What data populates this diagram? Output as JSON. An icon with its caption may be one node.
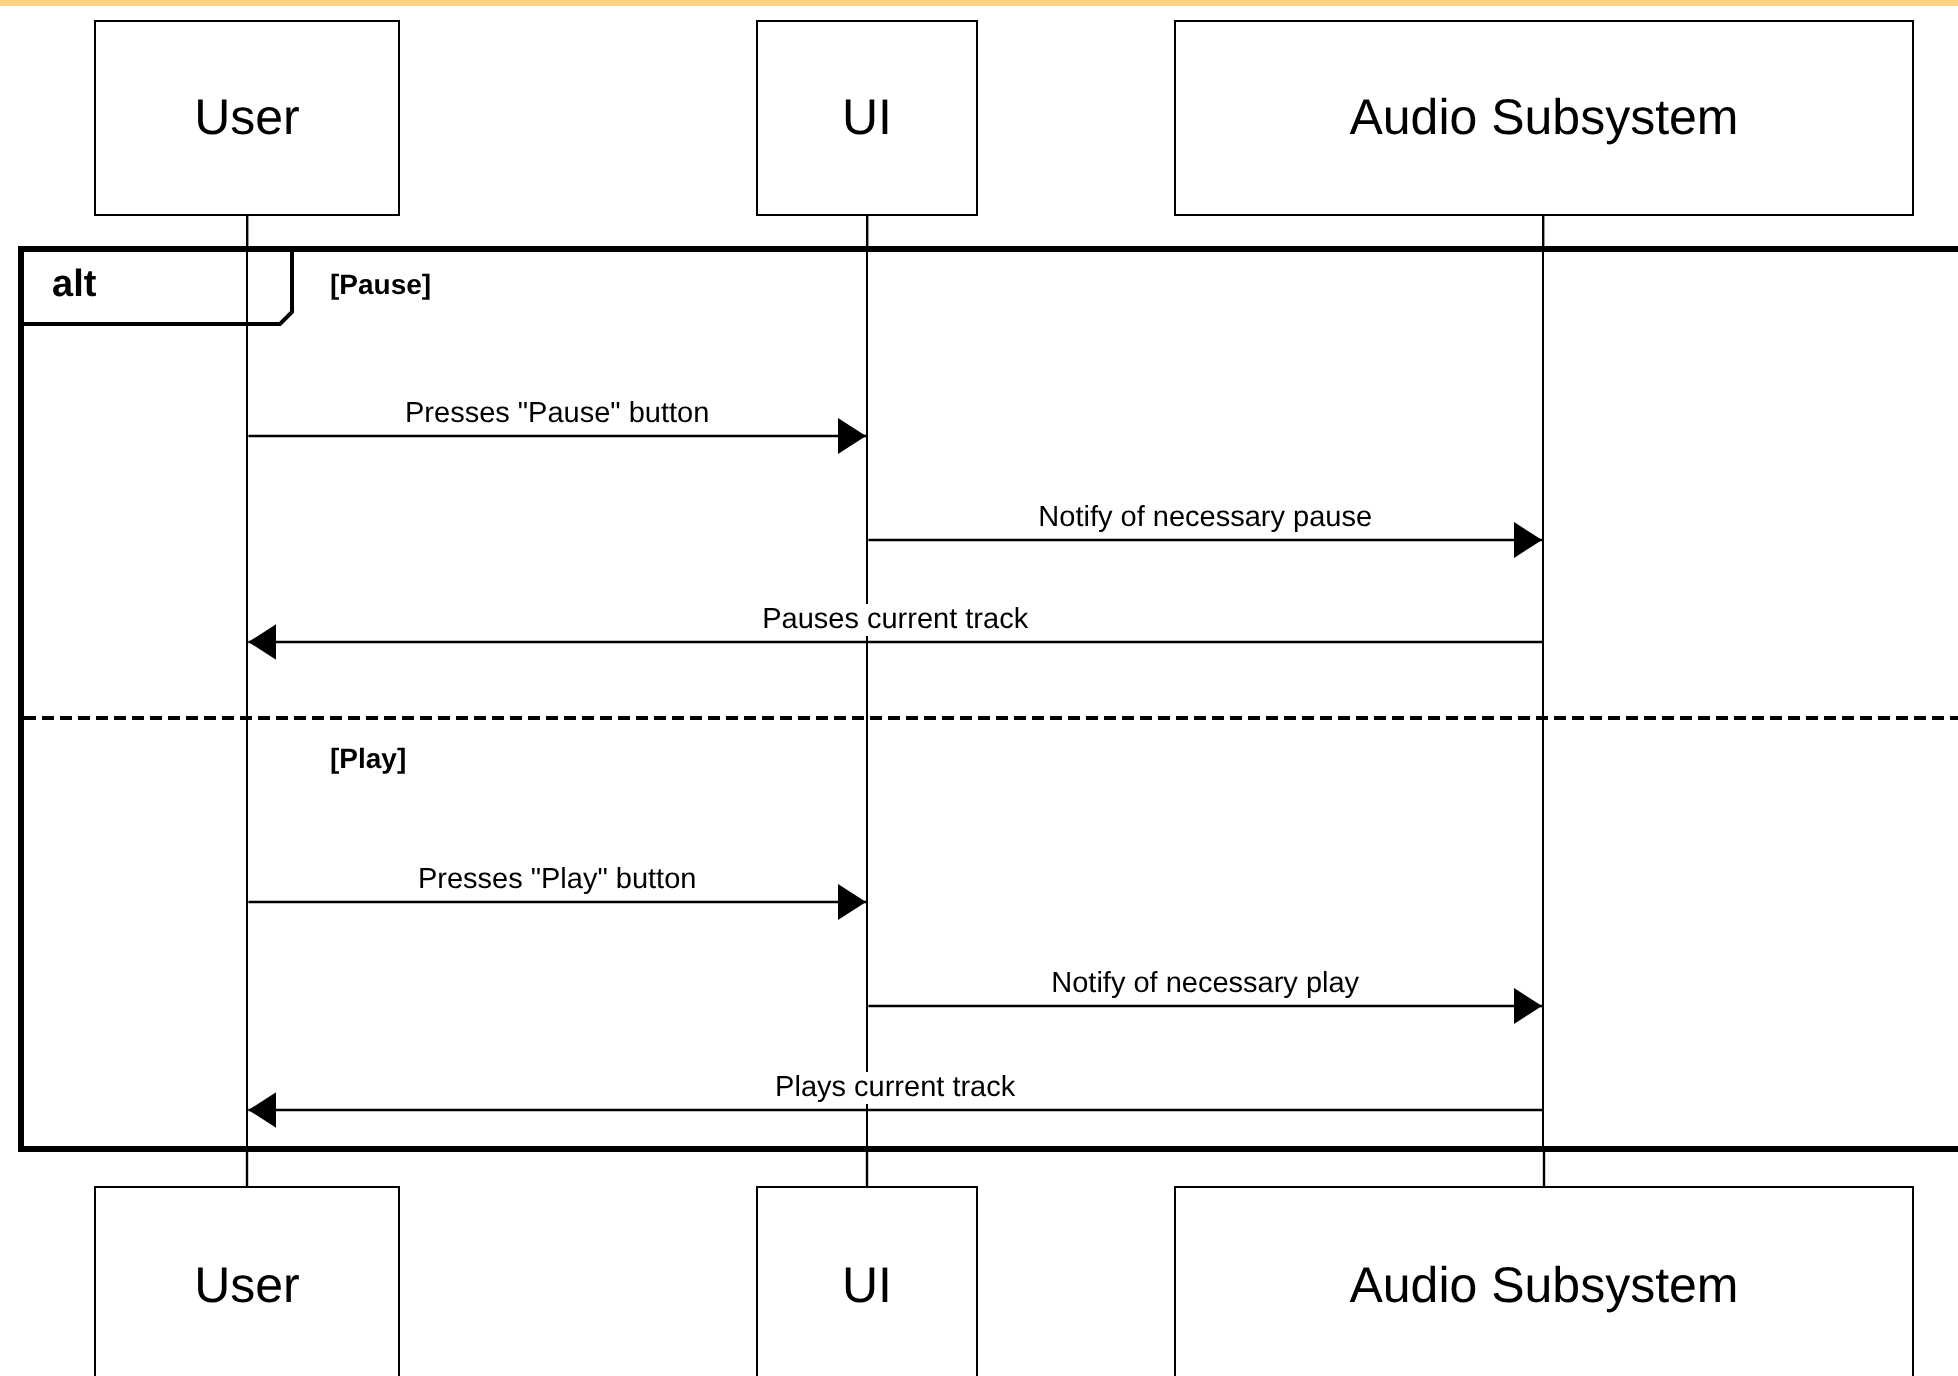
{
  "diagram": {
    "nodes": [
      {
        "text": [
          "User"
        ]
      },
      {
        "text": [
          "UI"
        ]
      },
      {
        "text": [
          "Audio Subsystem"
        ]
      },
      {
        "text": [
          "alt"
        ]
      },
      {
        "text": [],
        "shape": "line",
        "in": 3
      },
      {
        "text": [],
        "shape": "line",
        "in": 3
      },
      {
        "text": [],
        "shape": "line",
        "in": 3
      },
      {
        "text": [
          "User"
        ]
      },
      {
        "text": [
          "UI"
        ]
      },
      {
        "text": [
          "Audio Subsystem"
        ]
      }
    ],
    "edges": [
      {
        "from": 4,
        "to": 5,
        "arrow": "to",
        "label": "Presses \"Pause\" button"
      },
      {
        "from": 5,
        "to": 6,
        "arrow": "to",
        "label": "Notify of necessary pause"
      },
      {
        "from": 6,
        "to": 4,
        "arrow": "to",
        "label": "Pauses current track"
      },
      {
        "from": 4,
        "to": 5,
        "arrow": "to",
        "label": "Presses \"Play\" button"
      },
      {
        "from": 5,
        "to": 6,
        "arrow": "to",
        "label": "Notify of necessary play"
      },
      {
        "from": 6,
        "to": 4,
        "arrow": "to",
        "label": "Plays current track"
      },
      {
        "from": 0,
        "to": 4,
        "arrow": "none"
      },
      {
        "from": 1,
        "to": 5,
        "arrow": "none"
      },
      {
        "from": 2,
        "to": 6,
        "arrow": "none"
      },
      {
        "from": 4,
        "to": 7,
        "arrow": "none"
      },
      {
        "from": 5,
        "to": 8,
        "arrow": "none"
      },
      {
        "from": 6,
        "to": 9,
        "arrow": "none"
      }
    ],
    "labels": [
      "[Pause]",
      "[Play]"
    ]
  }
}
